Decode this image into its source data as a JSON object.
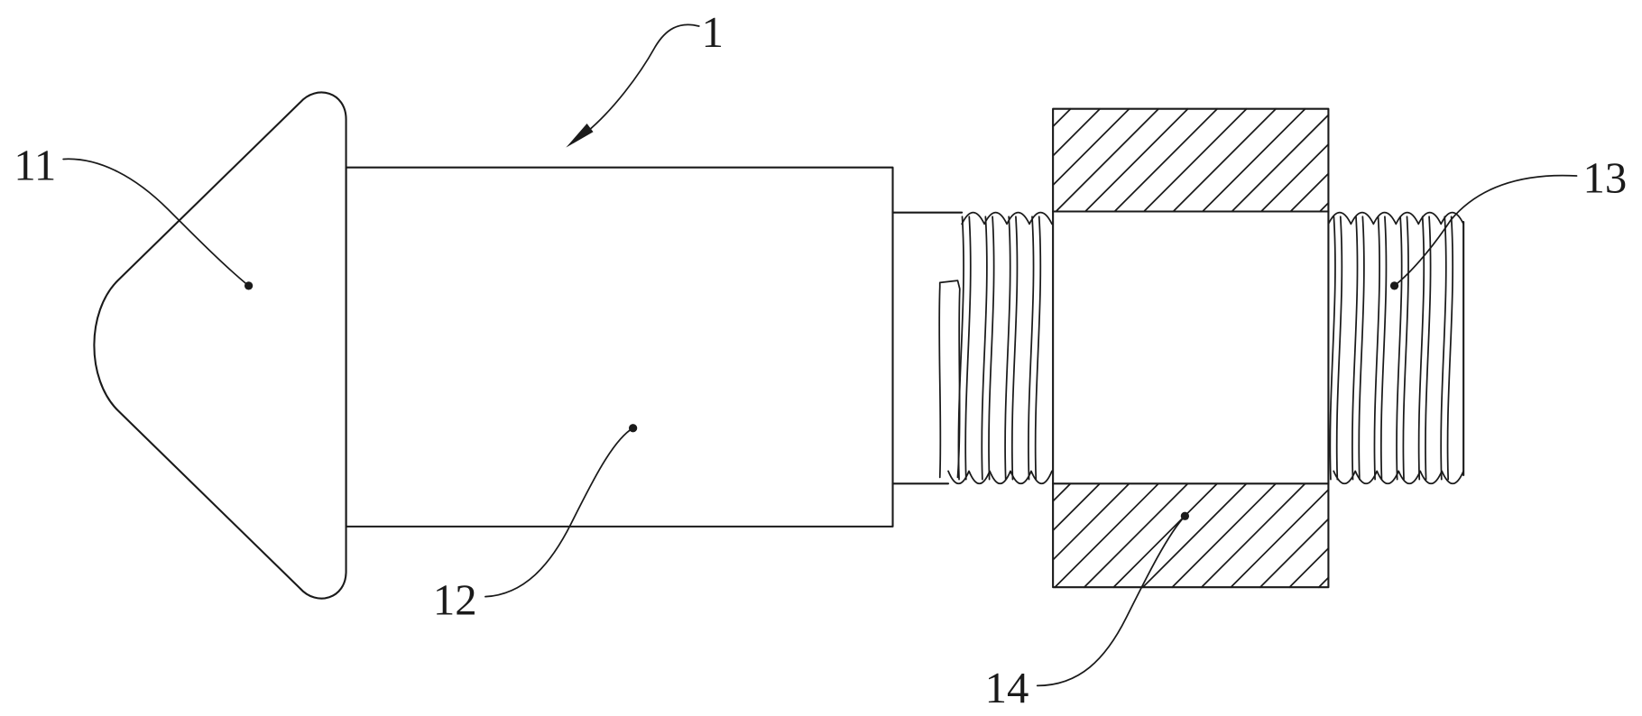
{
  "callouts": {
    "c1": "1",
    "c11": "11",
    "c12": "12",
    "c13": "13",
    "c14": "14"
  },
  "colors": {
    "line": "#1a1a1a",
    "background": "#ffffff"
  }
}
